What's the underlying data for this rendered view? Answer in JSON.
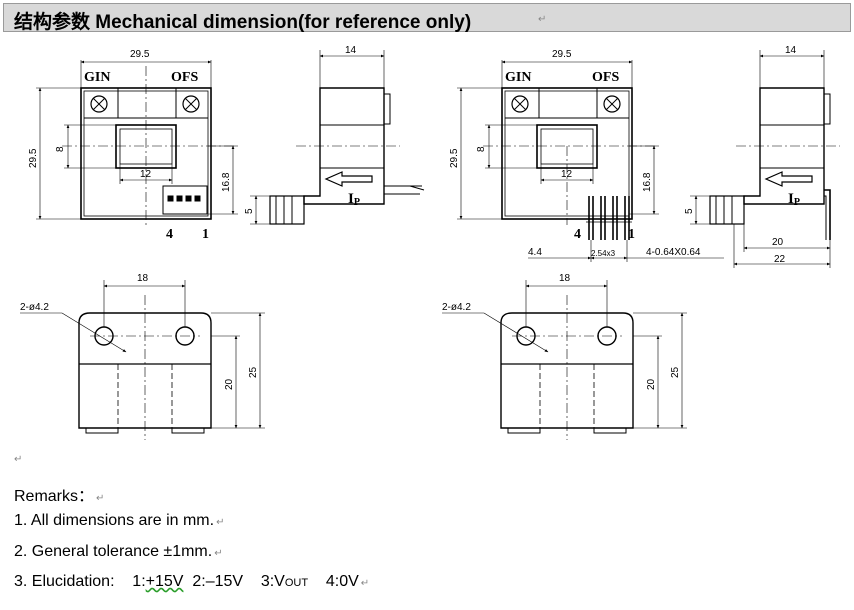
{
  "header": {
    "title": "结构参数  Mechanical dimension(for reference only)",
    "mark": "↵"
  },
  "drawing": {
    "gin": "GIN",
    "ofs": "OFS",
    "d29_5": "29.5",
    "d14": "14",
    "d8": "8",
    "d12": "12",
    "d16_8": "16.8",
    "d5": "5",
    "pin4": "4",
    "pin1": "1",
    "ip": "I",
    "ip_sub": "P",
    "d4_4": "4.4",
    "d254": "2.54x3",
    "pins": "4-0.64X0.64",
    "d20": "20",
    "d22": "22",
    "hole": "2-ø4.2",
    "d18": "18",
    "d25": "25"
  },
  "notes": {
    "blank": "↵",
    "remarks": "Remarks：",
    "n1": "1. All dimensions are in mm.",
    "n2": "2. General tolerance  ±1mm.",
    "n3_a": "3. Elucidation:    1:",
    "n3_b": "+15V",
    "n3_c": "  2:–15V    3:V",
    "n3_sub": "OUT",
    "n3_d": "    4:0V",
    "ret": "↵"
  }
}
